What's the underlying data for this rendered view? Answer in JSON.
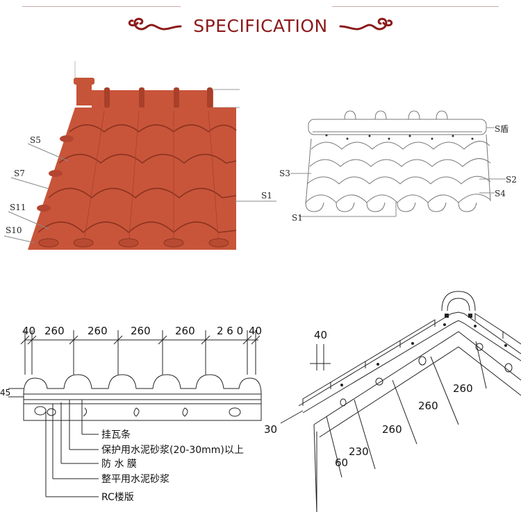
{
  "header": {
    "title": "SPECIFICATION",
    "accent_color": "#8b1a1a",
    "left_ornament_icon": "cloud-swirl-icon",
    "right_ornament_icon": "cloud-swirl-icon"
  },
  "roof_illustration": {
    "tile_color": "#c8553a",
    "labels": {
      "s5": "S5",
      "s7": "S7",
      "s11": "S11",
      "s10": "S10",
      "s1": "S1"
    }
  },
  "line_drawing": {
    "labels": {
      "s_ridge": "S盾",
      "s3": "S3",
      "s2": "S2",
      "s4": "S4",
      "s1": "S1"
    }
  },
  "cross_section": {
    "dims": {
      "d1": "40",
      "d2": "260",
      "d3": "260",
      "d4": "260",
      "d5": "260",
      "d6": "2 6 0",
      "d7": "40",
      "height": "45"
    },
    "legend": [
      "挂瓦条",
      "保护用水泥砂浆(20-30mm)以上",
      "防 水 膜",
      "整平用水泥砂浆",
      "RC楼版"
    ]
  },
  "ridge_section": {
    "dims": {
      "top": "40",
      "d260a": "260",
      "d260b": "260",
      "d260c": "260",
      "d230": "230",
      "d30": "30",
      "d60": "60"
    }
  }
}
